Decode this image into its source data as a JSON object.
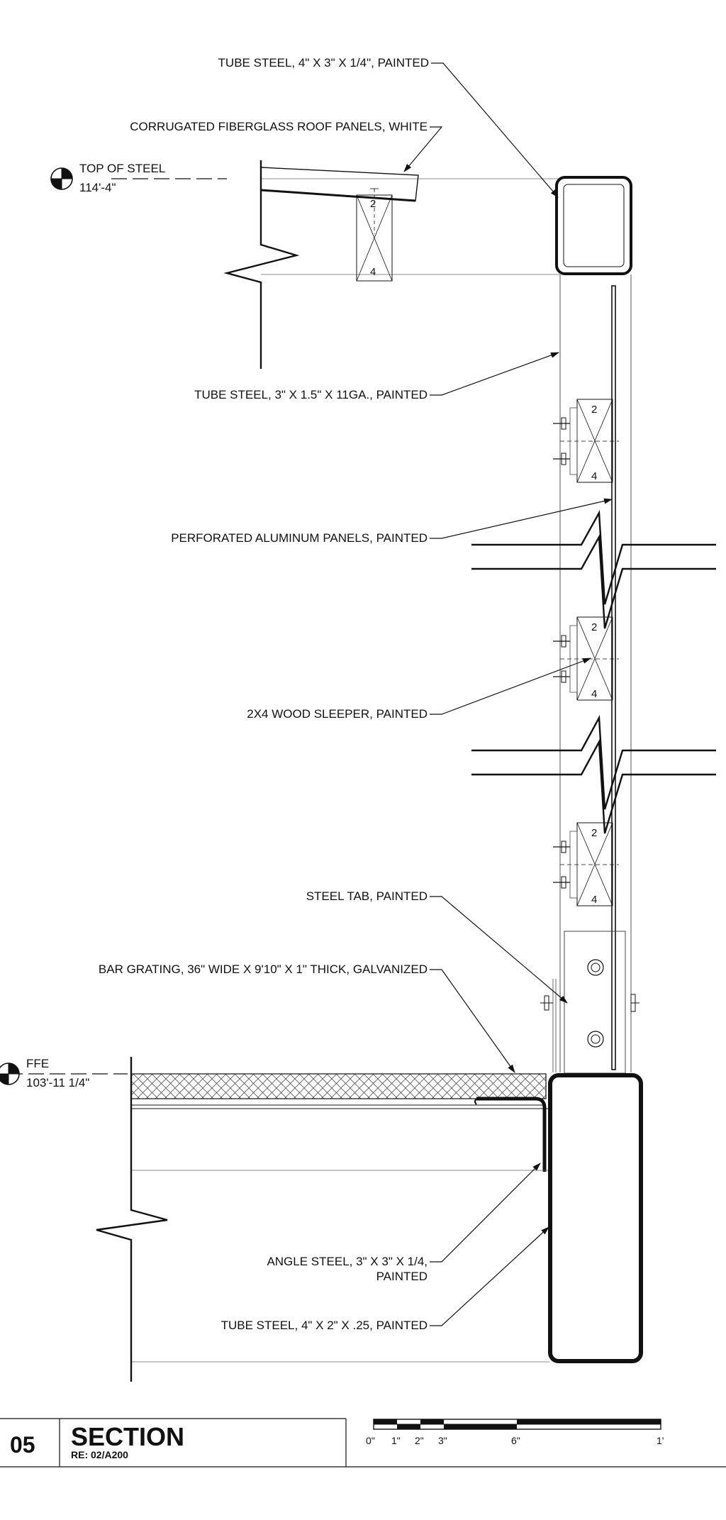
{
  "title_block": {
    "number": "05",
    "title": "SECTION",
    "reference": "RE: 02/A200"
  },
  "elevations": {
    "top_of_steel": {
      "label": "TOP OF STEEL",
      "value": "114'-4\""
    },
    "ffe": {
      "label": "FFE",
      "value": "103'-11 1/4\""
    }
  },
  "notes": {
    "tube_steel_top": "TUBE STEEL, 4\" X 3\" X 1/4\", PAINTED",
    "roof_panels": "CORRUGATED FIBERGLASS ROOF PANELS, WHITE",
    "tube_steel_post": "TUBE STEEL, 3\" X 1.5\" X 11GA., PAINTED",
    "perforated_panels": "PERFORATED ALUMINUM PANELS, PAINTED",
    "wood_sleeper": "2X4 WOOD SLEEPER, PAINTED",
    "steel_tab": "STEEL TAB, PAINTED",
    "bar_grating": "BAR GRATING, 36\" WIDE X  9'10\" X 1\" THICK, GALVANIZED",
    "angle_steel_line1": "ANGLE STEEL, 3\" X 3\" X 1/4,",
    "angle_steel_line2": "PAINTED",
    "tube_steel_bottom": "TUBE STEEL, 4\" X 2\" X .25, PAINTED"
  },
  "member_tags": {
    "depth": "2",
    "width": "4"
  },
  "scale_bar": {
    "labels": [
      "0\"",
      "1\"",
      "2\"",
      "3\"",
      "6\"",
      "1'"
    ]
  }
}
